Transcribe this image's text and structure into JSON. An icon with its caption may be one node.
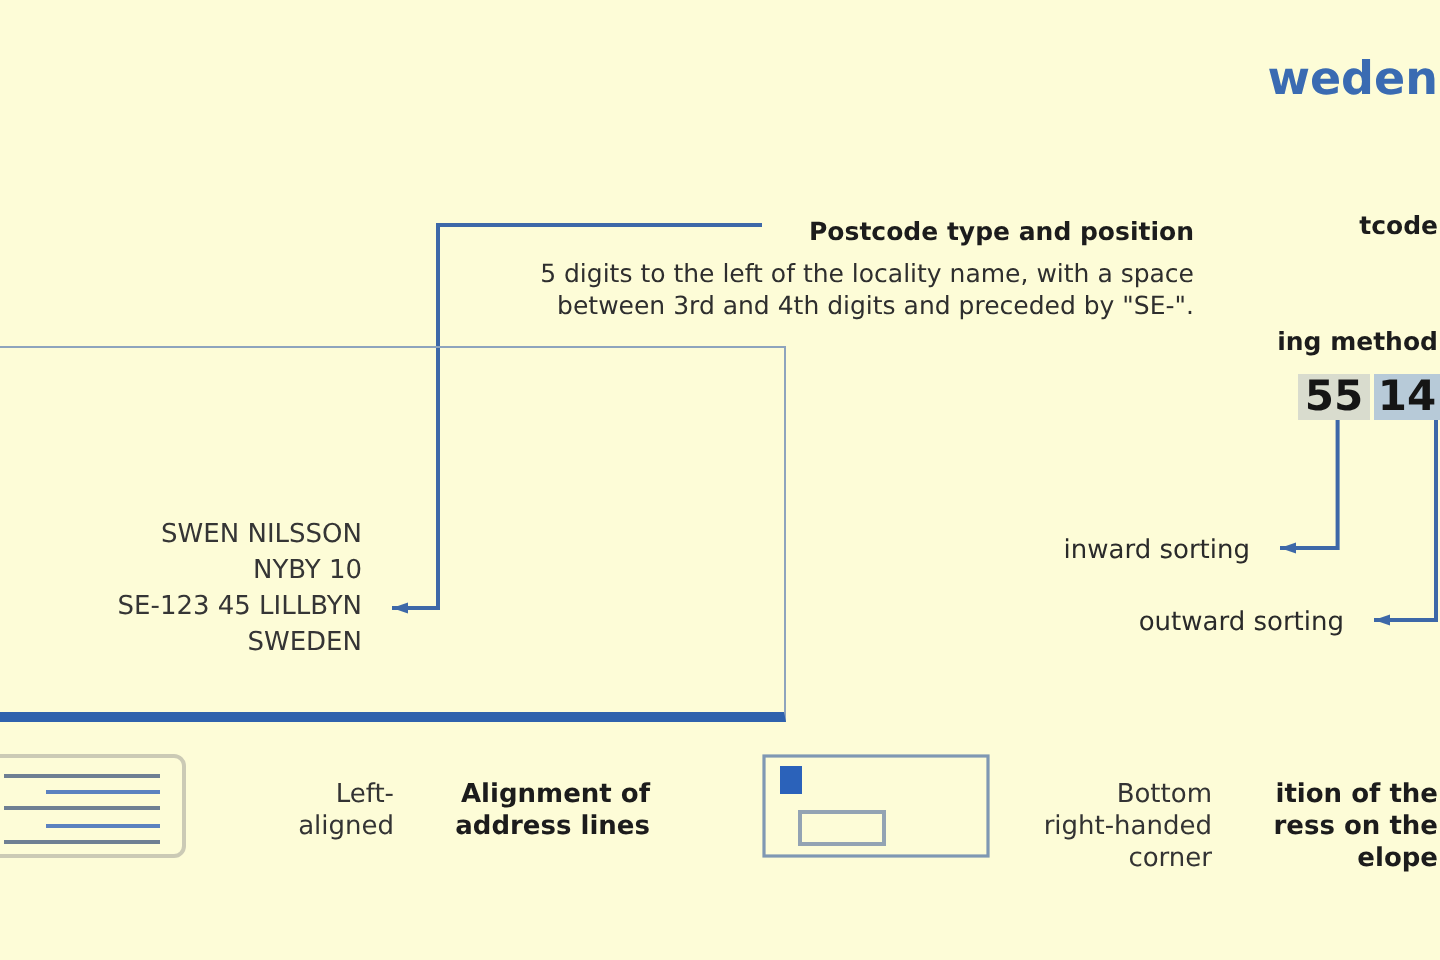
{
  "diagram": {
    "title": "weden",
    "nodes": [
      {
        "text": [
          "Postcode type and position"
        ],
        "beside": [
          "5 digits to the left of the locality name, with a space between 3rd and 4th digits and preceded by \"SE-\"."
        ]
      },
      {
        "text": [],
        "shape": "box"
      },
      {
        "text": [
          "SWEN NILSSON",
          "NYBY 10",
          "SE-123 45 LILLBYN",
          "SWEDEN"
        ],
        "in": 1
      },
      {
        "text": [
          "55"
        ]
      },
      {
        "text": [
          "14"
        ]
      },
      {
        "text": [
          "inward sorting"
        ]
      },
      {
        "text": [
          "outward sorting"
        ]
      }
    ],
    "edges": [
      {
        "from": 0,
        "to": 2,
        "arrow": "to"
      },
      {
        "from": 3,
        "to": 5,
        "arrow": "to"
      },
      {
        "from": 4,
        "to": 6,
        "arrow": "to"
      }
    ],
    "labels": [
      "tcode",
      "ing method",
      "Left- aligned",
      "Alignment of address lines",
      "Bottom right-handed corner",
      "ition of the ress on the elope"
    ]
  }
}
